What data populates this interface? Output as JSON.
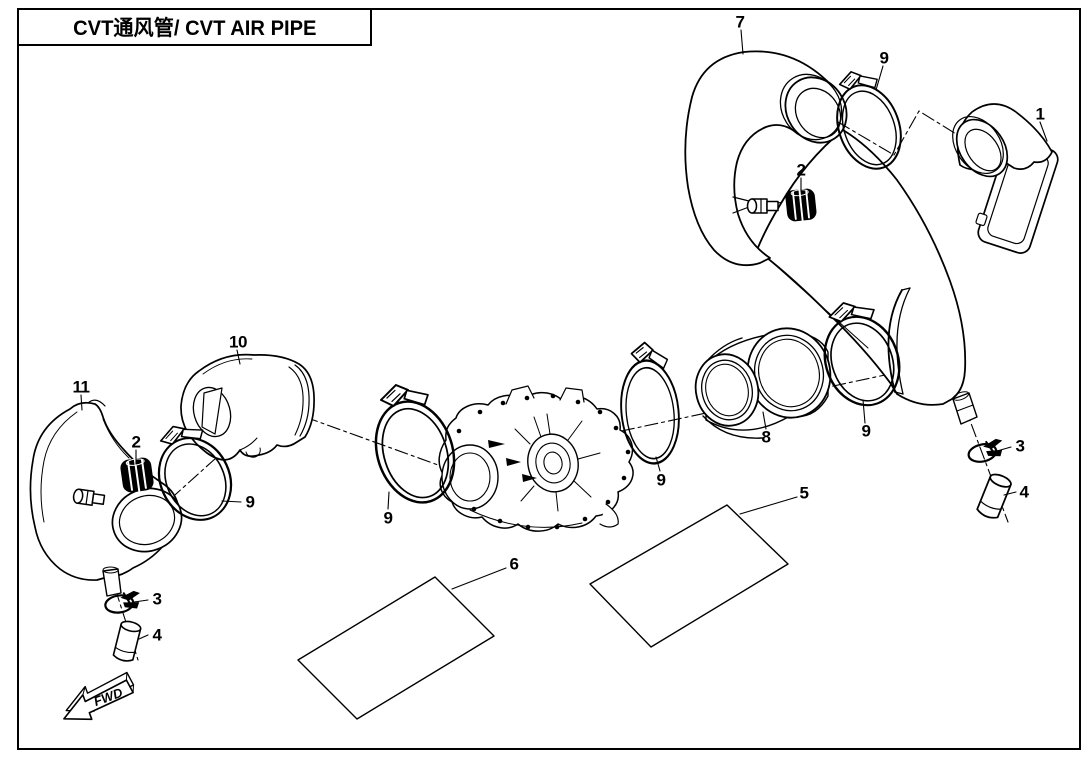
{
  "page": {
    "background": "#ffffff",
    "line_color": "#000000"
  },
  "title": {
    "text": "CVT通风管/ CVT AIR PIPE"
  },
  "fwd": {
    "label": "FWD"
  },
  "callouts": [
    {
      "label": "7"
    },
    {
      "label": "9"
    },
    {
      "label": "2"
    },
    {
      "label": "1"
    },
    {
      "label": "10"
    },
    {
      "label": "11"
    },
    {
      "label": "2"
    },
    {
      "label": "9"
    },
    {
      "label": "9"
    },
    {
      "label": "9"
    },
    {
      "label": "8"
    },
    {
      "label": "9"
    },
    {
      "label": "3"
    },
    {
      "label": "4"
    },
    {
      "label": "5"
    },
    {
      "label": "6"
    },
    {
      "label": "3"
    },
    {
      "label": "4"
    }
  ]
}
